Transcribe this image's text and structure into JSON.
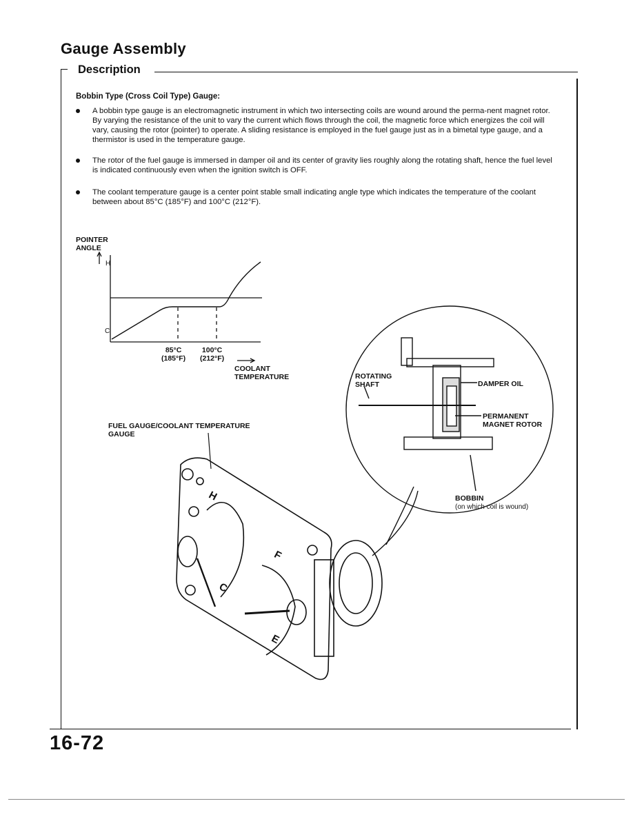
{
  "page": {
    "title": "Gauge Assembly",
    "section": "Description",
    "page_number": "16-72"
  },
  "content": {
    "subheading": "Bobbin Type (Cross Coil Type) Gauge:",
    "bullets": [
      "A bobbin type gauge is an electromagnetic instrument in which two intersecting coils are wound around the perma-nent magnet rotor. By varying the resistance of the unit to vary the current which flows through the coil, the magnetic force which energizes the coil will vary, causing the rotor (pointer) to operate. A sliding resistance is employed in the fuel gauge just as in a bimetal type gauge, and a thermistor is used in the temperature gauge.",
      "The rotor of the fuel gauge is immersed in damper oil and its center of gravity lies roughly along the rotating shaft, hence the fuel level is indicated continuously even when the ignition switch is OFF.",
      "The coolant temperature gauge is a center point stable small indicating angle type which indicates the temperature of the  coolant  between about 85°C (185°F) and 100°C (212°F)."
    ]
  },
  "graph": {
    "y_label": "POINTER\nANGLE",
    "y_top": "H",
    "y_bottom": "C",
    "tick1": "85°C\n(185°F)",
    "tick2": "100°C\n(212°F)",
    "x_label": "COOLANT\nTEMPERATURE"
  },
  "figure": {
    "gauge_label": "FUEL GAUGE/COOLANT TEMPERATURE\nGAUGE",
    "rotating_shaft": "ROTATING\nSHAFT",
    "damper_oil": "DAMPER OIL",
    "permanent_magnet_rotor": "PERMANENT\nMAGNET ROTOR",
    "bobbin": "BOBBIN",
    "bobbin_note": "(on which coil is wound)",
    "dial_h": "H",
    "dial_c": "C",
    "dial_f": "F",
    "dial_e": "E"
  }
}
